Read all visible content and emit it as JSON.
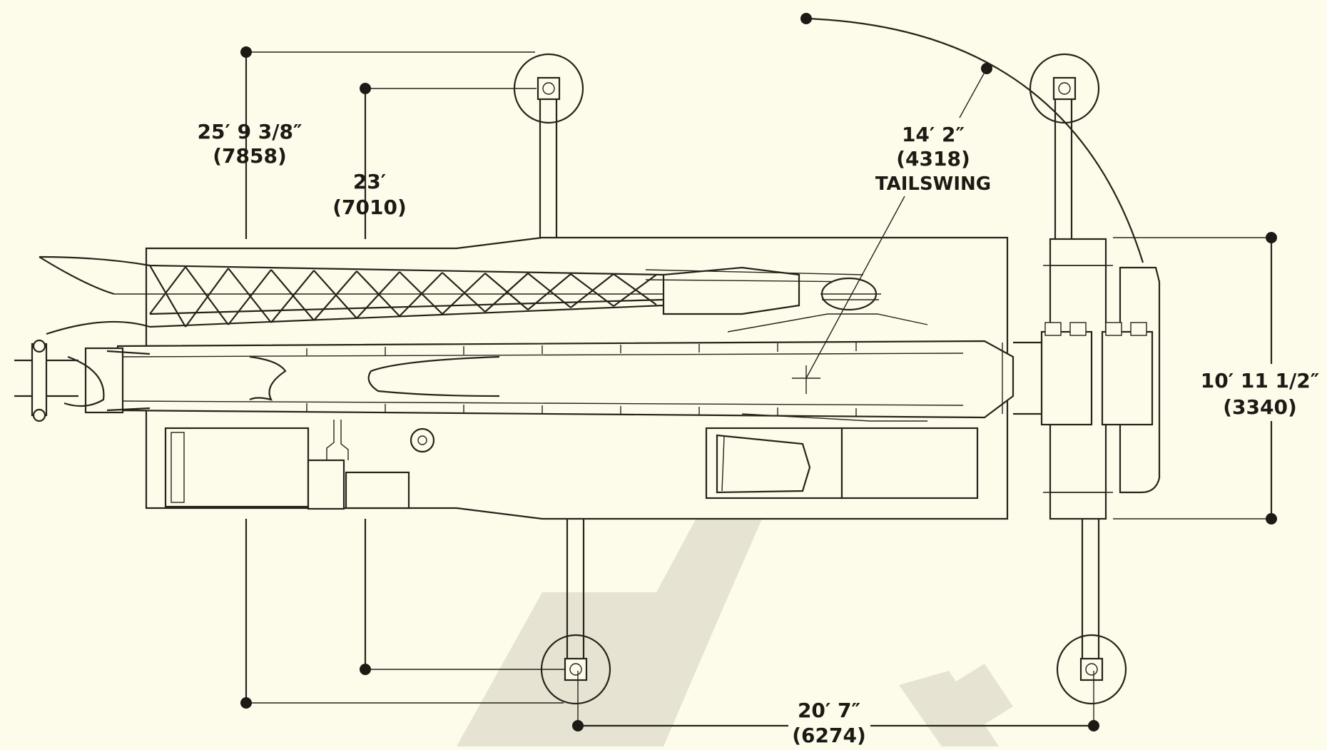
{
  "dimensions": {
    "outrigger_span_outer": {
      "feet_inches": "25′ 9 3/8″",
      "mm": "(7858)"
    },
    "outrigger_span_inner": {
      "feet_inches": "23′",
      "mm": "(7010)"
    },
    "tailswing": {
      "feet_inches": "14′ 2″",
      "mm": "(4318)",
      "label": "TAILSWING"
    },
    "overall_width": {
      "feet_inches": "10′ 11 1/2″",
      "mm": "(3340)"
    },
    "outrigger_longitudinal": {
      "feet_inches": "20′ 7″",
      "mm": "(6274)"
    }
  },
  "colors": {
    "background": "#fdfbea",
    "linework": "#26231b",
    "watermark": "#e6e3d2"
  }
}
